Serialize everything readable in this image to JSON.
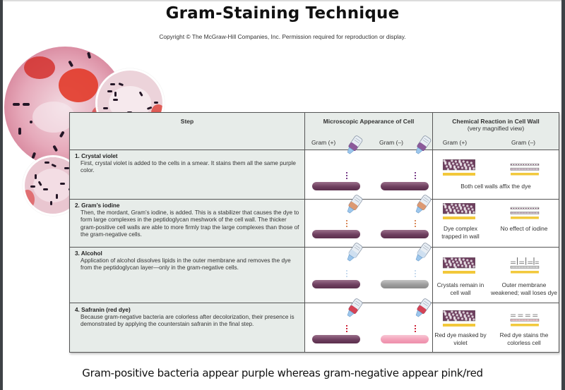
{
  "title": "Gram-Staining Technique",
  "copyright": "Copyright © The McGraw-Hill Companies, Inc. Permission required for reproduction or display.",
  "table": {
    "headers": {
      "step": "Step",
      "microscopic": "Microscopic Appearance of Cell",
      "chemical": "Chemical Reaction in Cell Wall",
      "chemical_sub": "(very magnified view)",
      "gram_pos": "Gram (+)",
      "gram_neg": "Gram (–)"
    },
    "rows": [
      {
        "name": "1. Crystal violet",
        "description": "First, crystal violet is added to the cells in a smear. It stains them all the same purple color.",
        "reagent": "crystal-violet",
        "cell_pos": "purple",
        "cell_neg": "purple",
        "caption_both": "Both cell walls affix the dye"
      },
      {
        "name": "2. Gram’s iodine",
        "description": "Then, the mordant, Gram’s iodine, is added. This is a stabilizer that causes the dye to form large complexes in the peptidoglycan meshwork of the cell wall. The thicker gram-positive cell walls are able to more firmly trap the large complexes than those of the gram-negative cells.",
        "reagent": "iodine",
        "cell_pos": "purple",
        "cell_neg": "purple",
        "caption_pos": "Dye complex trapped in wall",
        "caption_neg": "No effect of iodine"
      },
      {
        "name": "3. Alcohol",
        "description": "Application of alcohol dissolves lipids in the outer membrane and removes the dye from the peptidoglycan layer—only in the gram-negative cells.",
        "reagent": "alcohol",
        "cell_pos": "purple",
        "cell_neg": "gray",
        "caption_pos": "Crystals remain in cell wall",
        "caption_neg": "Outer membrane weakened; wall loses dye"
      },
      {
        "name": "4. Safranin (red dye)",
        "description": "Because gram-negative bacteria are colorless after decolorization, their presence is demonstrated by applying the counterstain safranin in the final step.",
        "reagent": "safranin",
        "cell_pos": "purple",
        "cell_neg": "pink",
        "caption_pos": "Red dye masked by violet",
        "caption_neg": "Red dye stains the colorless cell"
      }
    ]
  },
  "footer": "Gram-positive bacteria appear purple whereas gram-negative appear pink/red",
  "colors": {
    "purple": "#6e3f5f",
    "gray": "#9c9c9c",
    "pink": "#f3a0b8",
    "yellow": "#f2c83a",
    "header_bg": "#e7ece9",
    "iodine": "#d9895a",
    "safranin": "#d0243a",
    "violet_dye": "#7a3f8a"
  }
}
